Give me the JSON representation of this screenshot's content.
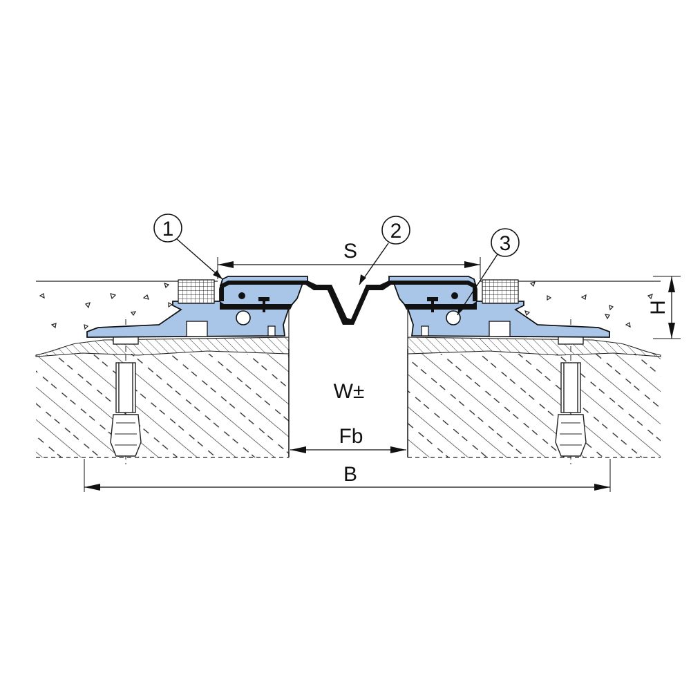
{
  "callouts": [
    {
      "number": "1"
    },
    {
      "number": "2"
    },
    {
      "number": "3"
    }
  ],
  "dimensions": {
    "S": "S",
    "W": "W±",
    "Fb": "Fb",
    "B": "B",
    "H": "H"
  },
  "colors": {
    "profile": "#a9c6e8",
    "outline": "#111111",
    "seal": "#111111",
    "background": "#ffffff"
  }
}
